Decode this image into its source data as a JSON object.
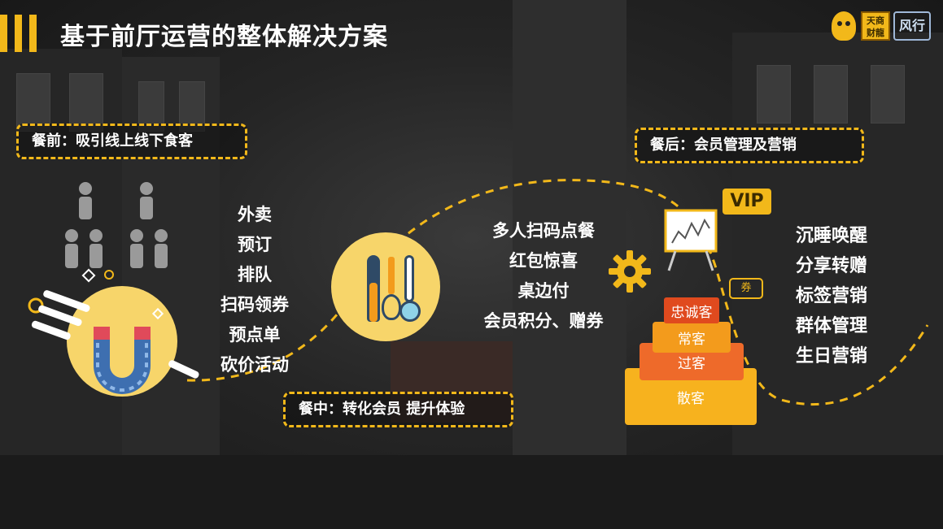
{
  "title": "基于前厅运营的整体解决方案",
  "logo": {
    "line1": "天商",
    "line2": "财龍",
    "brand": "风行"
  },
  "stages": {
    "before": "餐前：吸引线上线下食客",
    "during": "餐中：转化会员 提升体验",
    "after": "餐后：会员管理及营销"
  },
  "before_items": [
    "外卖",
    "预订",
    "排队",
    "扫码领券",
    "预点单",
    "砍价活动"
  ],
  "during_items": [
    "多人扫码点餐",
    "红包惊喜",
    "桌边付",
    "会员积分、赠券"
  ],
  "after_items": [
    "沉睡唤醒",
    "分享转赠",
    "标签营销",
    "群体管理",
    "生日营销"
  ],
  "pyramid": [
    "忠诚客",
    "常客",
    "过客",
    "散客"
  ],
  "vip_label": "VIP",
  "coupon_label": "券",
  "icons": [
    "people-icon",
    "magnet-icon",
    "kitchen-utensils-icon",
    "gear-icon",
    "chart-board-icon",
    "vip-badge-icon",
    "coupon-icon"
  ],
  "colors": {
    "accent": "#F2B81A",
    "text": "#FFFFFF",
    "circle": "#F7D56A",
    "pyramid_top": "#F39B1C",
    "pyramid_mid": "#EE6A2A",
    "pyramid_base": "#F7B21E"
  }
}
